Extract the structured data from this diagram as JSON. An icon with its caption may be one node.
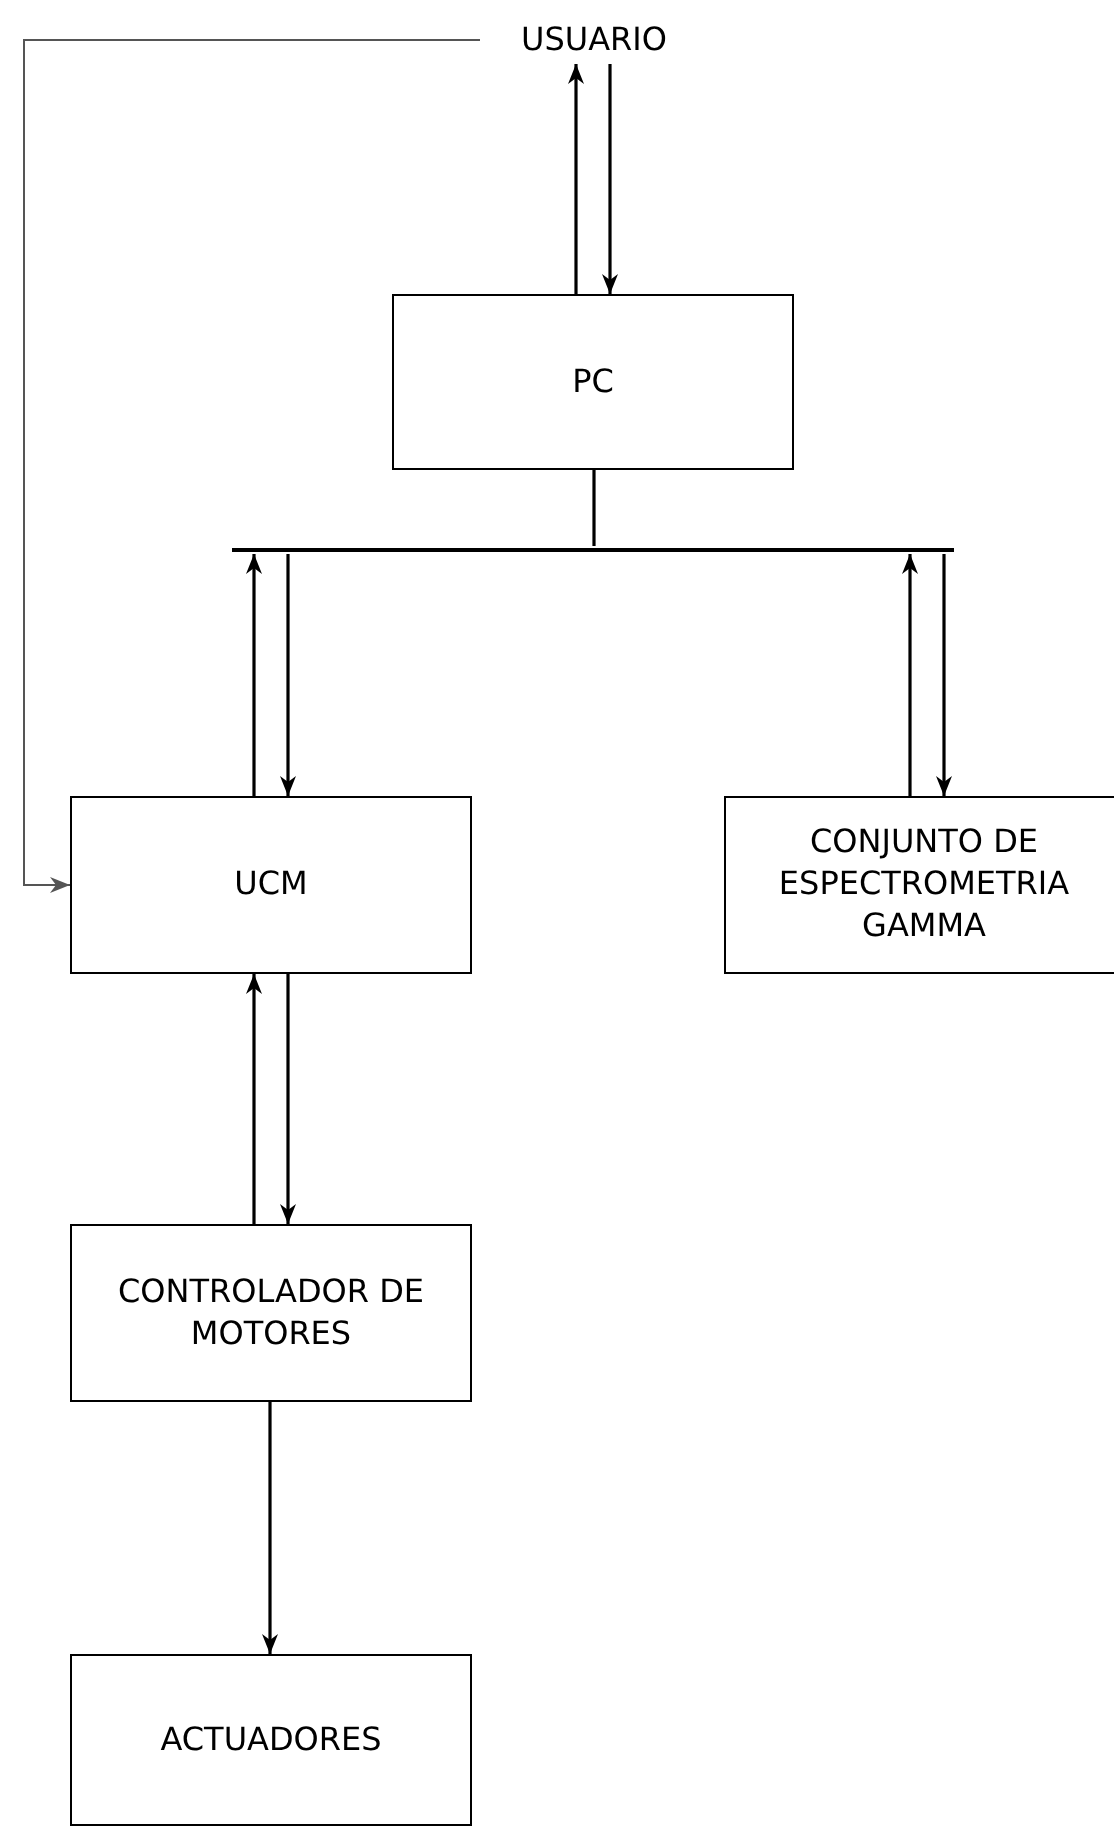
{
  "diagram": {
    "nodes": [
      {
        "text": [
          "USUARIO"
        ]
      },
      {
        "text": [
          "PC"
        ]
      },
      {
        "text": [],
        "shape": "bar"
      },
      {
        "text": [
          "UCM"
        ]
      },
      {
        "text": [
          "CONJUNTO DE ESPECTROMETRIA GAMMA"
        ]
      },
      {
        "text": [
          "CONTROLADOR DE MOTORES"
        ]
      },
      {
        "text": [
          "ACTUADORES"
        ]
      }
    ],
    "edges": [
      {
        "from": 1,
        "to": 0,
        "arrow": "to"
      },
      {
        "from": 0,
        "to": 1,
        "arrow": "to"
      },
      {
        "from": 1,
        "to": 2,
        "arrow": "none"
      },
      {
        "from": 3,
        "to": 2,
        "arrow": "to"
      },
      {
        "from": 2,
        "to": 3,
        "arrow": "to"
      },
      {
        "from": 4,
        "to": 2,
        "arrow": "to"
      },
      {
        "from": 2,
        "to": 4,
        "arrow": "to"
      },
      {
        "from": 5,
        "to": 3,
        "arrow": "to"
      },
      {
        "from": 3,
        "to": 5,
        "arrow": "to"
      },
      {
        "from": 5,
        "to": 6,
        "arrow": "to"
      },
      {
        "from": 0,
        "to": 3,
        "arrow": "to",
        "color": "#555555"
      }
    ]
  }
}
